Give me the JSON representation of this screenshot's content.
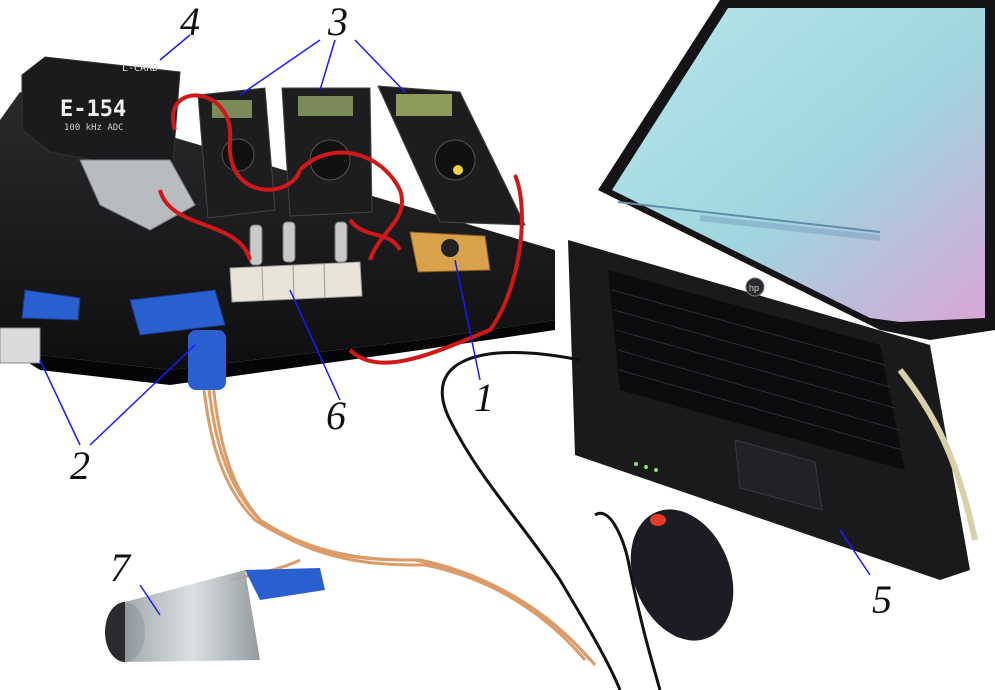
{
  "callouts": {
    "c1": "1",
    "c2": "2",
    "c3": "3",
    "c4": "4",
    "c5": "5",
    "c6": "6",
    "c7": "7"
  },
  "device": {
    "adc_brand": "L-CARD",
    "adc_model": "E-154",
    "adc_spec": "100 kHz ADC",
    "laptop_logo": "hp"
  },
  "colors": {
    "case": "#1c1c1e",
    "cable_red": "#d01818",
    "connector_blue": "#2a5fd0",
    "harness_copper": "#d9925a",
    "screen": "#9fd8e0",
    "leader_line": "#1a1aff"
  }
}
